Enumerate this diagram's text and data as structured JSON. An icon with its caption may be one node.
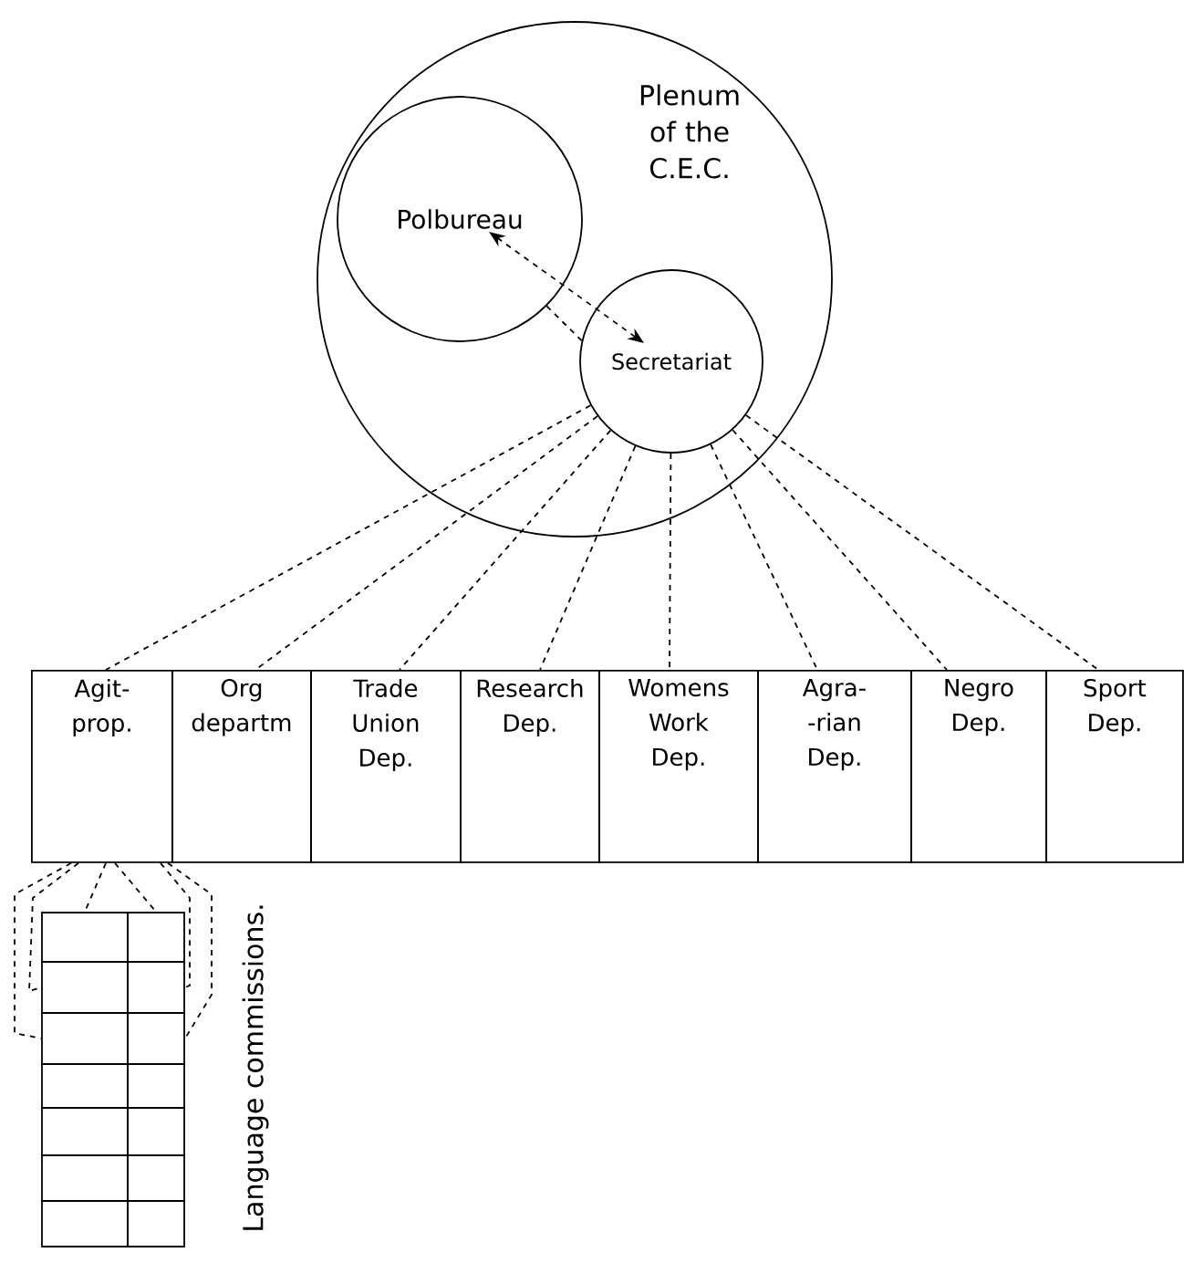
{
  "diagram": {
    "nodes": [
      {
        "text": [
          "Plenum of the C.E.C."
        ]
      },
      {
        "text": [
          "Polbureau"
        ],
        "in": 0
      },
      {
        "text": [
          "Secretariat"
        ],
        "in": 0
      },
      {
        "text": [
          "Agit- prop."
        ]
      },
      {
        "text": [
          "Org departm"
        ]
      },
      {
        "text": [
          "Trade Union Dep."
        ]
      },
      {
        "text": [
          "Research Dep."
        ]
      },
      {
        "text": [
          "Womens Work Dep."
        ]
      },
      {
        "text": [
          "Agra- -rian Dep."
        ]
      },
      {
        "text": [
          "Negro Dep."
        ]
      },
      {
        "text": [
          "Sport Dep."
        ]
      },
      {
        "text": [],
        "shape": "box"
      },
      {
        "text": [],
        "shape": "box"
      },
      {
        "text": [],
        "shape": "box"
      },
      {
        "text": [],
        "shape": "box"
      },
      {
        "text": [],
        "shape": "box"
      },
      {
        "text": [],
        "shape": "box"
      },
      {
        "text": [],
        "shape": "box"
      },
      {
        "text": [],
        "shape": "box"
      },
      {
        "text": [],
        "shape": "box"
      },
      {
        "text": [],
        "shape": "box"
      },
      {
        "text": [],
        "shape": "box"
      },
      {
        "text": [],
        "shape": "box"
      },
      {
        "text": [],
        "shape": "box"
      },
      {
        "text": [],
        "shape": "box"
      }
    ],
    "edges": [
      {
        "from": 1,
        "to": 2,
        "arrow": "both"
      },
      {
        "from": 1,
        "to": 2,
        "arrow": "none"
      },
      {
        "from": 2,
        "to": 3,
        "arrow": "none"
      },
      {
        "from": 2,
        "to": 4,
        "arrow": "none"
      },
      {
        "from": 2,
        "to": 5,
        "arrow": "none"
      },
      {
        "from": 2,
        "to": 6,
        "arrow": "none"
      },
      {
        "from": 2,
        "to": 7,
        "arrow": "none"
      },
      {
        "from": 2,
        "to": 8,
        "arrow": "none"
      },
      {
        "from": 2,
        "to": 9,
        "arrow": "none"
      },
      {
        "from": 2,
        "to": 10,
        "arrow": "none"
      },
      {
        "from": 3,
        "to": 15,
        "arrow": "none"
      },
      {
        "from": 3,
        "to": 13,
        "arrow": "none"
      },
      {
        "from": 3,
        "to": 11,
        "arrow": "none"
      },
      {
        "from": 3,
        "to": 12,
        "arrow": "none"
      },
      {
        "from": 3,
        "to": 14,
        "arrow": "none"
      },
      {
        "from": 3,
        "to": 16,
        "arrow": "none"
      }
    ],
    "labels": [
      "Language commissions."
    ]
  }
}
